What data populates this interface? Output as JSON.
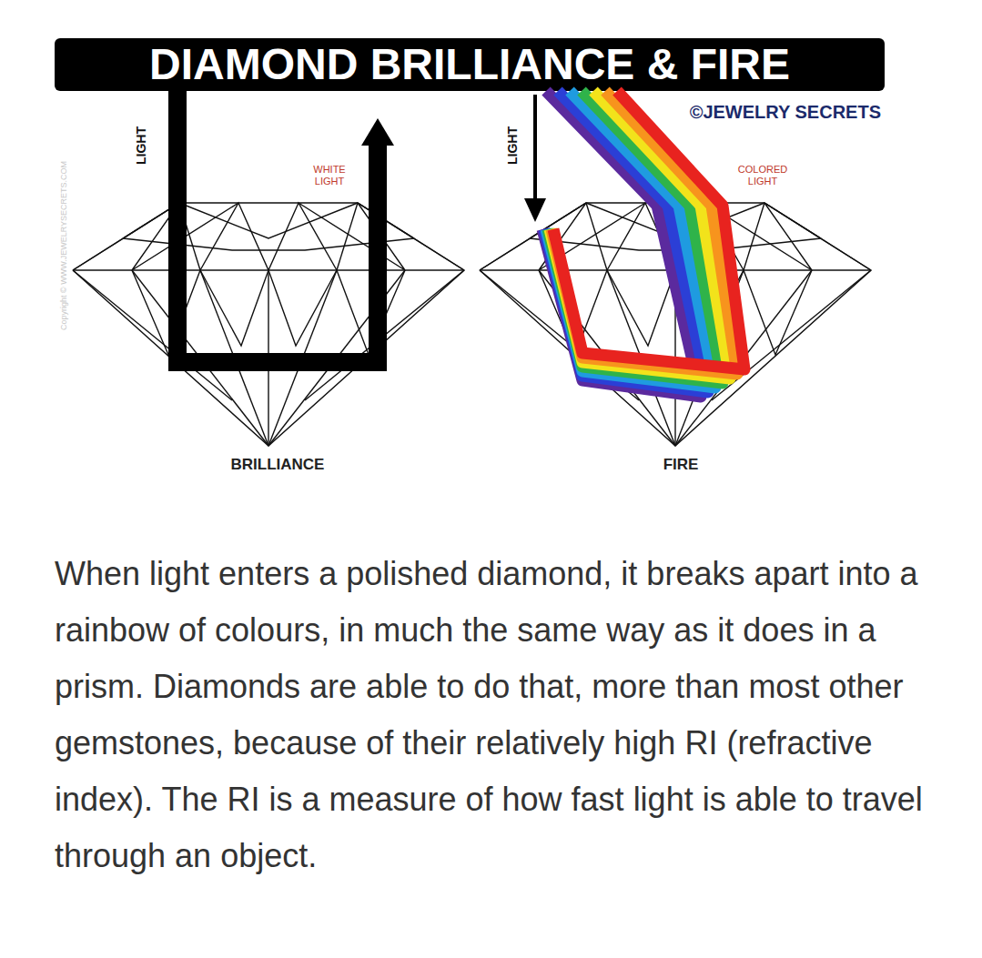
{
  "diagram": {
    "title": "DIAMOND BRILLIANCE & FIRE",
    "caption": "When light enters a polished diamond, it breaks apart into a rainbow of colours, in much the same way as it does in a prism. Diamonds are able to do that, more than most other gemstones, because of their relatively high RI (refractive index). The RI is a measure of how fast light is able to travel through an object.",
    "labels": [
      "©JEWELRY SECRETS",
      "LIGHT",
      "WHITE LIGHT",
      "BRILLIANCE",
      "LIGHT",
      "COLORED LIGHT",
      "FIRE",
      "Copyright © WWW.JEWELRYSECRETS.COM"
    ]
  }
}
